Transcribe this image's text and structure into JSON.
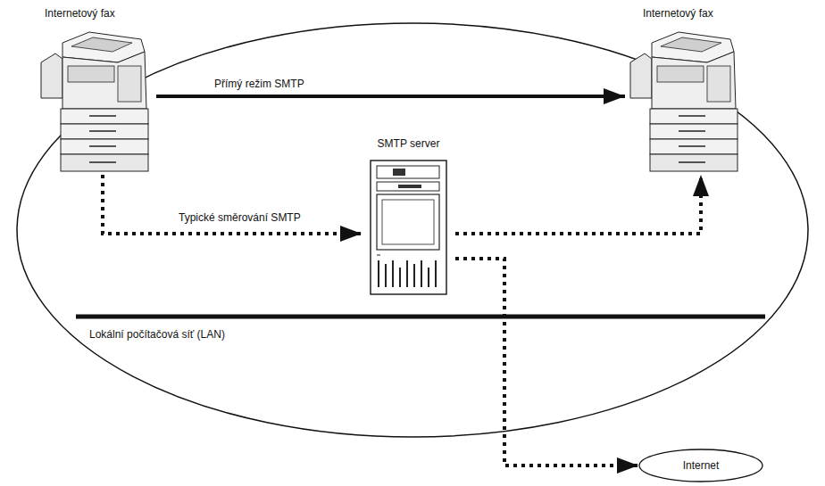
{
  "diagram": {
    "nodes": [
      {
        "text": [
          "Internetový fax"
        ]
      },
      {
        "text": [
          "Internetový fax"
        ]
      },
      {
        "text": [
          "SMTP server"
        ]
      },
      {
        "text": [
          "Internet"
        ]
      }
    ],
    "edges": [
      {
        "from": 0,
        "to": 1,
        "arrow": "to",
        "label": "Přímý režim SMTP"
      },
      {
        "from": 0,
        "to": 2,
        "arrow": "to",
        "label": "Typické směrování SMTP"
      },
      {
        "from": 2,
        "to": 1,
        "arrow": "to"
      },
      {
        "from": 2,
        "to": 3,
        "arrow": "to"
      }
    ],
    "labels": [
      "Lokální počítačová síť (LAN)"
    ]
  }
}
